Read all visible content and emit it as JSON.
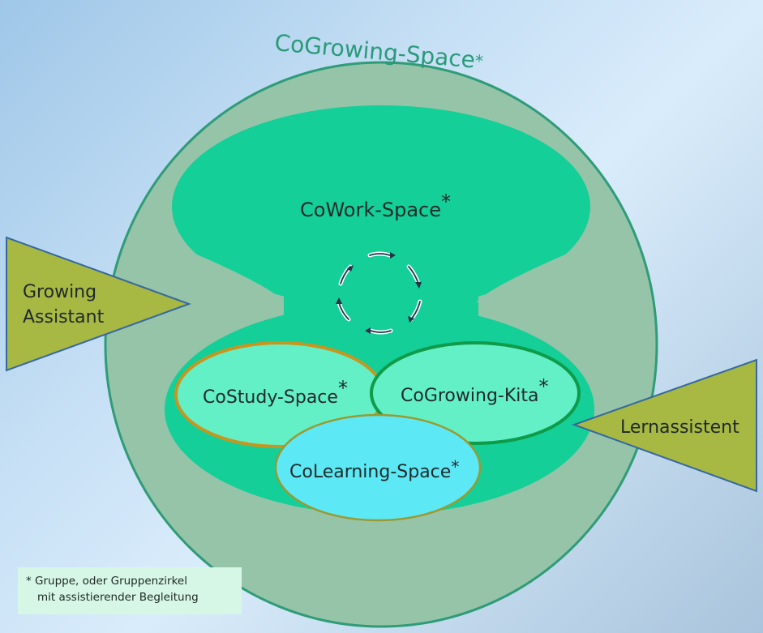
{
  "outer_space": {
    "title": "CoGrowing-Space",
    "asterisk": "*"
  },
  "cowork": {
    "label": "CoWork-Space",
    "asterisk": "*"
  },
  "costudy": {
    "label": "CoStudy-Space",
    "asterisk": "*"
  },
  "cogrowing_kita": {
    "label": "CoGrowing-Kita",
    "asterisk": "*"
  },
  "colearning": {
    "label": "CoLearning-Space",
    "asterisk": "*"
  },
  "left_arrow": {
    "line1": "Growing",
    "line2": "Assistant"
  },
  "right_arrow": {
    "label": "Lernassistent"
  },
  "footnote": {
    "line1": "* Gruppe, oder Gruppenzirkel",
    "line2": "mit assistierender Begleitung"
  },
  "icons": {
    "cycle": "cycle-arrows-icon"
  },
  "colors": {
    "outer_fill": "#95c4a9",
    "outer_stroke": "#2f9c78",
    "inner_fill": "#14cf98",
    "costudy_fill": "#63f0c7",
    "costudy_stroke": "#c8961e",
    "kita_fill": "#63f0c7",
    "kita_stroke": "#0f9c4a",
    "colearning_fill": "#5ce9f5",
    "colearning_stroke": "#9a9a30",
    "triangle_fill": "#a7b843",
    "triangle_stroke": "#3568a0",
    "footnote_bg": "#d6f7e6"
  }
}
